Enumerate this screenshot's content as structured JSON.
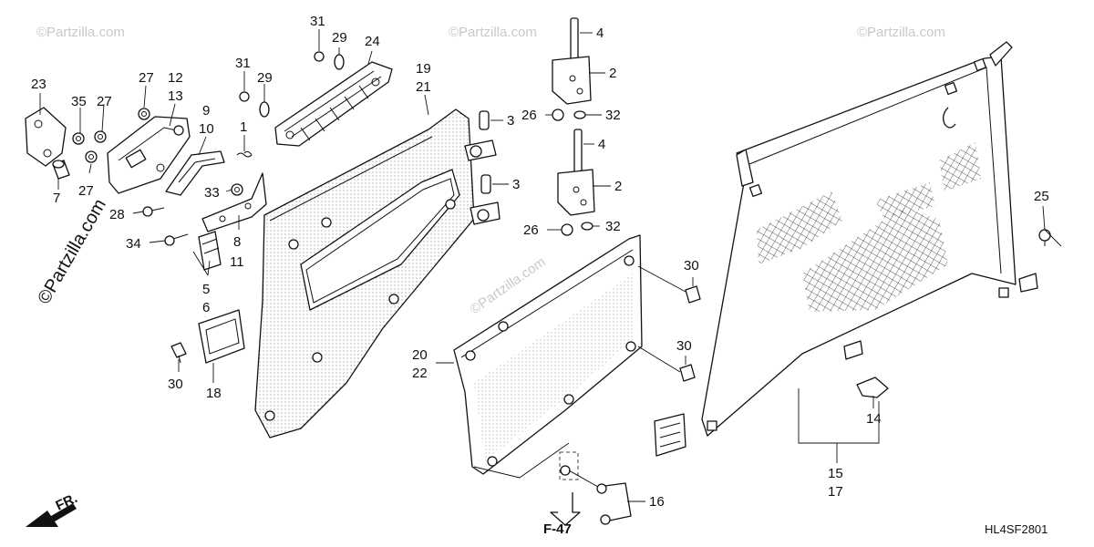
{
  "callouts": [
    {
      "id": "c23",
      "text": "23"
    },
    {
      "id": "c35",
      "text": "35"
    },
    {
      "id": "c27a",
      "text": "27"
    },
    {
      "id": "c27b",
      "text": "27"
    },
    {
      "id": "c27c",
      "text": "27"
    },
    {
      "id": "c7",
      "text": "7"
    },
    {
      "id": "c12",
      "text": "12"
    },
    {
      "id": "c13",
      "text": "13"
    },
    {
      "id": "c9",
      "text": "9"
    },
    {
      "id": "c10",
      "text": "10"
    },
    {
      "id": "c1",
      "text": "1"
    },
    {
      "id": "c28",
      "text": "28"
    },
    {
      "id": "c34",
      "text": "34"
    },
    {
      "id": "c33",
      "text": "33"
    },
    {
      "id": "c8",
      "text": "8"
    },
    {
      "id": "c11",
      "text": "11"
    },
    {
      "id": "c5",
      "text": "5"
    },
    {
      "id": "c6",
      "text": "6"
    },
    {
      "id": "c30a",
      "text": "30"
    },
    {
      "id": "c18",
      "text": "18"
    },
    {
      "id": "c31a",
      "text": "31"
    },
    {
      "id": "c29a",
      "text": "29"
    },
    {
      "id": "c24",
      "text": "24"
    },
    {
      "id": "c31b",
      "text": "31"
    },
    {
      "id": "c29b",
      "text": "29"
    },
    {
      "id": "c19",
      "text": "19"
    },
    {
      "id": "c21",
      "text": "21"
    },
    {
      "id": "c3a",
      "text": "3"
    },
    {
      "id": "c3b",
      "text": "3"
    },
    {
      "id": "c4a",
      "text": "4"
    },
    {
      "id": "c2a",
      "text": "2"
    },
    {
      "id": "c26a",
      "text": "26"
    },
    {
      "id": "c32a",
      "text": "32"
    },
    {
      "id": "c4b",
      "text": "4"
    },
    {
      "id": "c2b",
      "text": "2"
    },
    {
      "id": "c26b",
      "text": "26"
    },
    {
      "id": "c32b",
      "text": "32"
    },
    {
      "id": "c30b",
      "text": "30"
    },
    {
      "id": "c30c",
      "text": "30"
    },
    {
      "id": "c20",
      "text": "20"
    },
    {
      "id": "c22",
      "text": "22"
    },
    {
      "id": "c16",
      "text": "16"
    },
    {
      "id": "c25",
      "text": "25"
    },
    {
      "id": "c14",
      "text": "14"
    },
    {
      "id": "c15",
      "text": "15"
    },
    {
      "id": "c17",
      "text": "17"
    }
  ],
  "reference": {
    "label": "F-47"
  },
  "front_marker": {
    "label": "FR."
  },
  "diagram_code": "HL4SF2801",
  "watermark": {
    "site": "Partzilla.com",
    "copy": "©Partzilla.com"
  }
}
